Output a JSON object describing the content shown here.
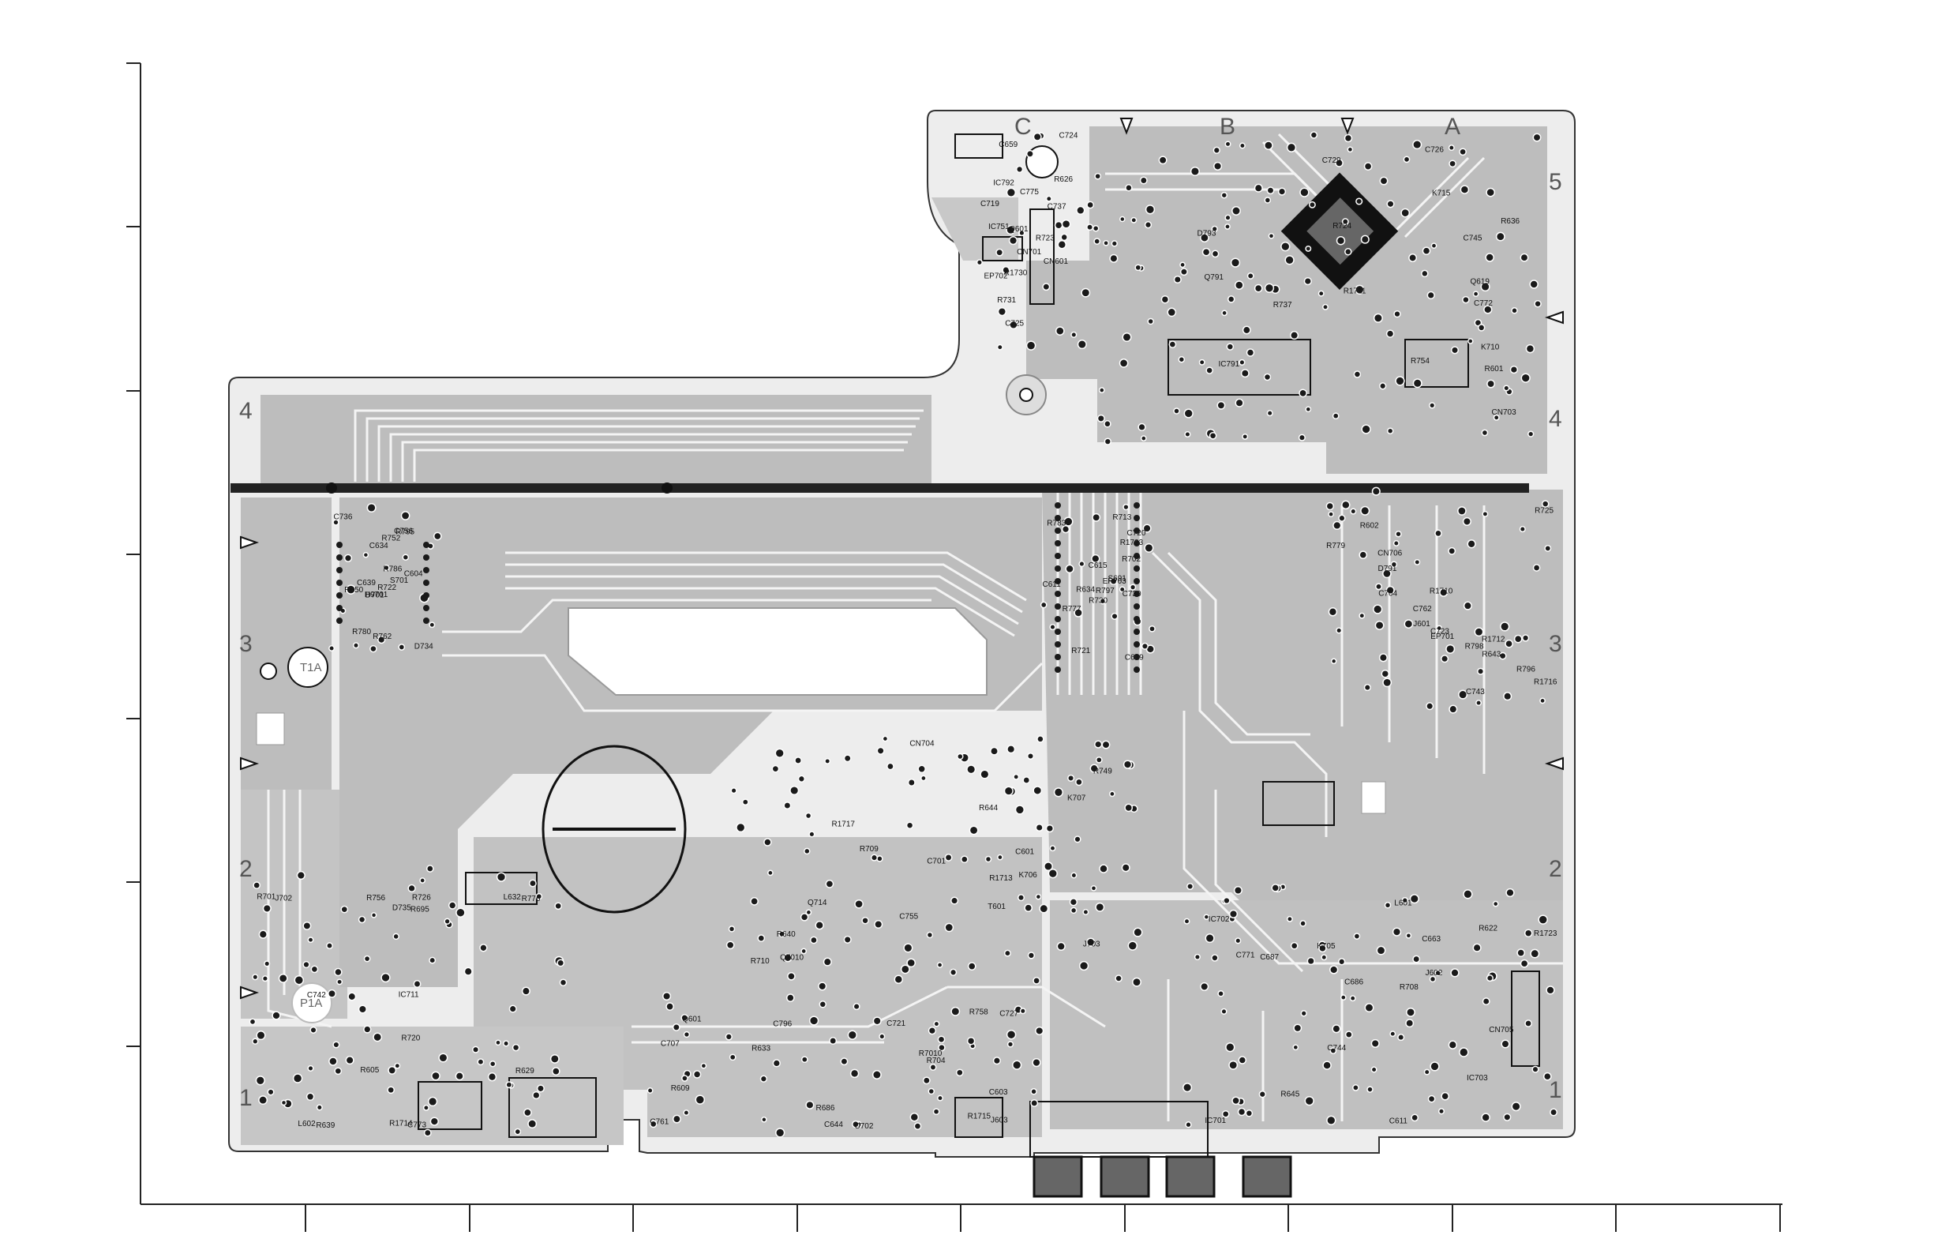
{
  "board": {
    "colors": {
      "background": "#ffffff",
      "copper": "#bdbdbd",
      "copper_dark": "#9a9a9a",
      "trace": "#f4f4f4",
      "outline": "#333333",
      "pad": "#1a1a1a"
    },
    "zone_columns": [
      "C",
      "B",
      "A"
    ],
    "zone_rows_left": [
      "4",
      "3",
      "2",
      "1"
    ],
    "zone_rows_right": [
      "5",
      "4",
      "3",
      "2",
      "1"
    ],
    "stamps": [
      "T1A",
      "P1A"
    ],
    "component_labels": [
      "CN703",
      "R1716",
      "R1717",
      "IC701",
      "R1715",
      "R1714",
      "R795",
      "R783",
      "CN701",
      "IC791",
      "R796",
      "C701",
      "IC702",
      "R704",
      "R701",
      "D701",
      "R702",
      "R1730",
      "R1711",
      "R1712",
      "R1713",
      "R1723",
      "C702",
      "D735",
      "D734",
      "EP703",
      "EP702",
      "K715",
      "R1710",
      "K706",
      "R622",
      "R633",
      "L632",
      "C634",
      "R634",
      "CN601",
      "R601",
      "R602",
      "C601",
      "L601",
      "C603",
      "L602",
      "C604",
      "C611",
      "Q601",
      "R636",
      "R643",
      "R644",
      "R645",
      "C644",
      "R605",
      "R650",
      "C615",
      "R626",
      "K710",
      "CN706",
      "CN704",
      "CN705",
      "C727",
      "IC711",
      "H9701",
      "C720",
      "C725",
      "C726",
      "R798",
      "Q714",
      "K705",
      "C796",
      "R726",
      "R722",
      "R721",
      "R723",
      "R724",
      "R725",
      "K707",
      "IC703",
      "C721",
      "R720",
      "R786",
      "R797",
      "C724",
      "Q791",
      "D791",
      "C755",
      "C771",
      "R758",
      "R756",
      "R752",
      "R713",
      "IC751",
      "C772",
      "C762",
      "R749",
      "C744",
      "C761",
      "C742",
      "R762",
      "C730",
      "R731",
      "R737",
      "C723",
      "R709",
      "C611",
      "R609",
      "R629",
      "C639",
      "C619",
      "C659",
      "Q619",
      "EP701",
      "T601",
      "C663",
      "C707",
      "C773",
      "C736",
      "R1723",
      "IC792",
      "D793",
      "J601",
      "J703",
      "J602",
      "J603",
      "J702",
      "S701",
      "S691",
      "C719",
      "C729",
      "C704",
      "R710",
      "R708",
      "R7010",
      "R695",
      "R780",
      "R730",
      "C737",
      "R754",
      "R779",
      "Q7010",
      "C686",
      "R686",
      "R776",
      "C756",
      "R777",
      "C775",
      "C745",
      "C743",
      "R640",
      "C687",
      "Q601",
      "R639"
    ]
  }
}
